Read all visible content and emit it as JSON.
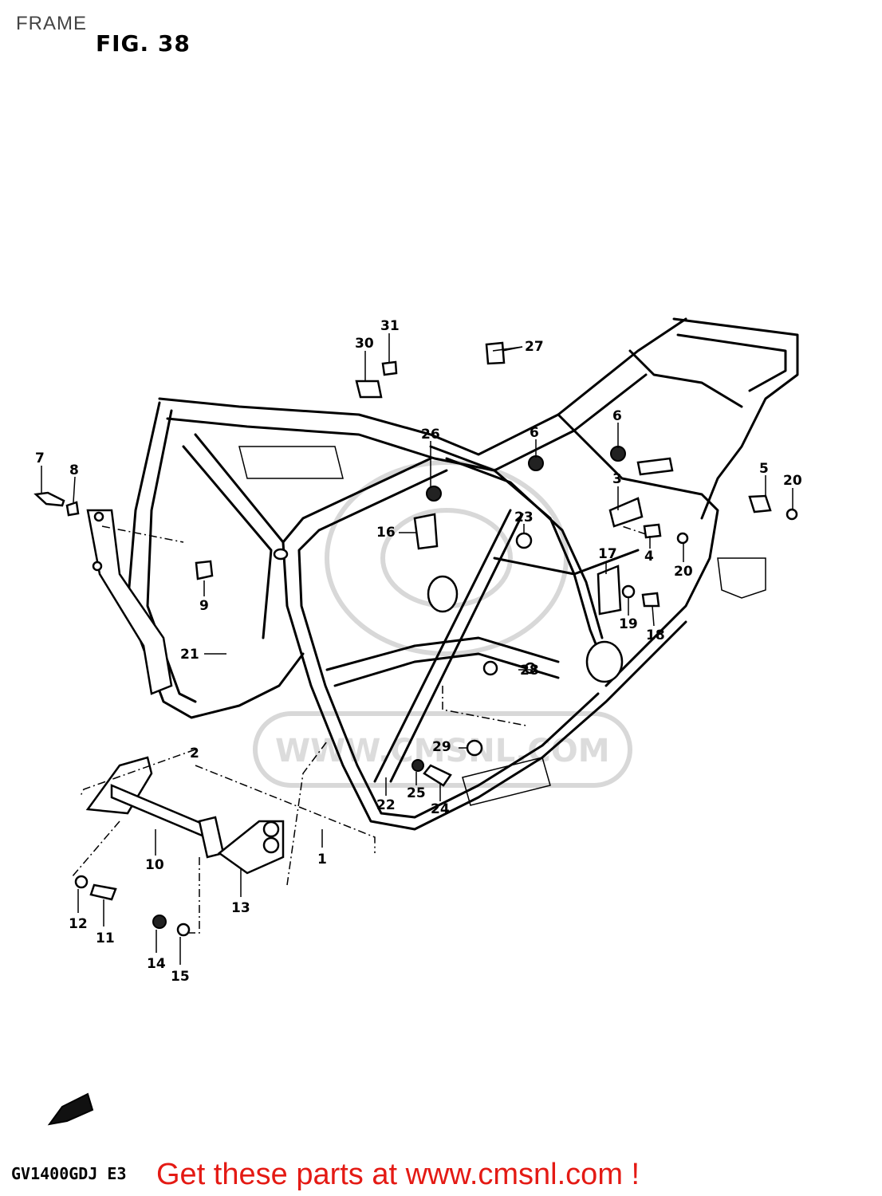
{
  "header": {
    "title": "FRAME",
    "figure": "FIG. 38"
  },
  "footer": {
    "model_code": "GV1400GDJ E3",
    "cta": "Get these parts at www.cmsnl.com !"
  },
  "watermark": {
    "text": "WWW.CMSNL.COM"
  },
  "colors": {
    "cta": "#e41a14",
    "lines": "#000000",
    "watermark": "#d8d8d8"
  },
  "icons": {
    "front_arrow": "fwd-arrow-icon"
  },
  "callouts": [
    "1",
    "2",
    "3",
    "4",
    "5",
    "6",
    "6",
    "7",
    "8",
    "9",
    "10",
    "11",
    "12",
    "13",
    "14",
    "15",
    "16",
    "17",
    "18",
    "19",
    "20",
    "20",
    "21",
    "22",
    "23",
    "24",
    "25",
    "26",
    "27",
    "28",
    "29",
    "30",
    "31"
  ]
}
